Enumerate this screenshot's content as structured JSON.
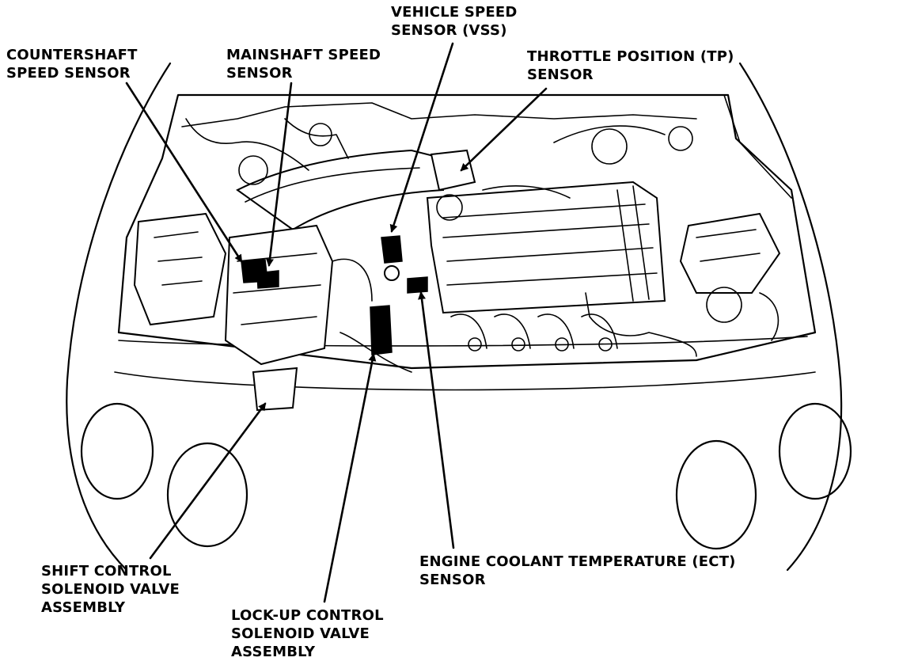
{
  "labels": {
    "countershaft": {
      "line1": "COUNTERSHAFT",
      "line2": "SPEED SENSOR"
    },
    "mainshaft": {
      "line1": "MAINSHAFT SPEED",
      "line2": "SENSOR"
    },
    "vss": {
      "line1": "VEHICLE SPEED",
      "line2": "SENSOR (VSS)"
    },
    "tp": {
      "line1": "THROTTLE POSITION (TP)",
      "line2": "SENSOR"
    },
    "shift": {
      "line1": "SHIFT CONTROL",
      "line2": "SOLENOID VALVE",
      "line3": "ASSEMBLY"
    },
    "lockup": {
      "line1": "LOCK-UP CONTROL",
      "line2": "SOLENOID VALVE",
      "line3": "ASSEMBLY"
    },
    "ect": {
      "line1": "ENGINE COOLANT TEMPERATURE (ECT)",
      "line2": "SENSOR"
    }
  }
}
